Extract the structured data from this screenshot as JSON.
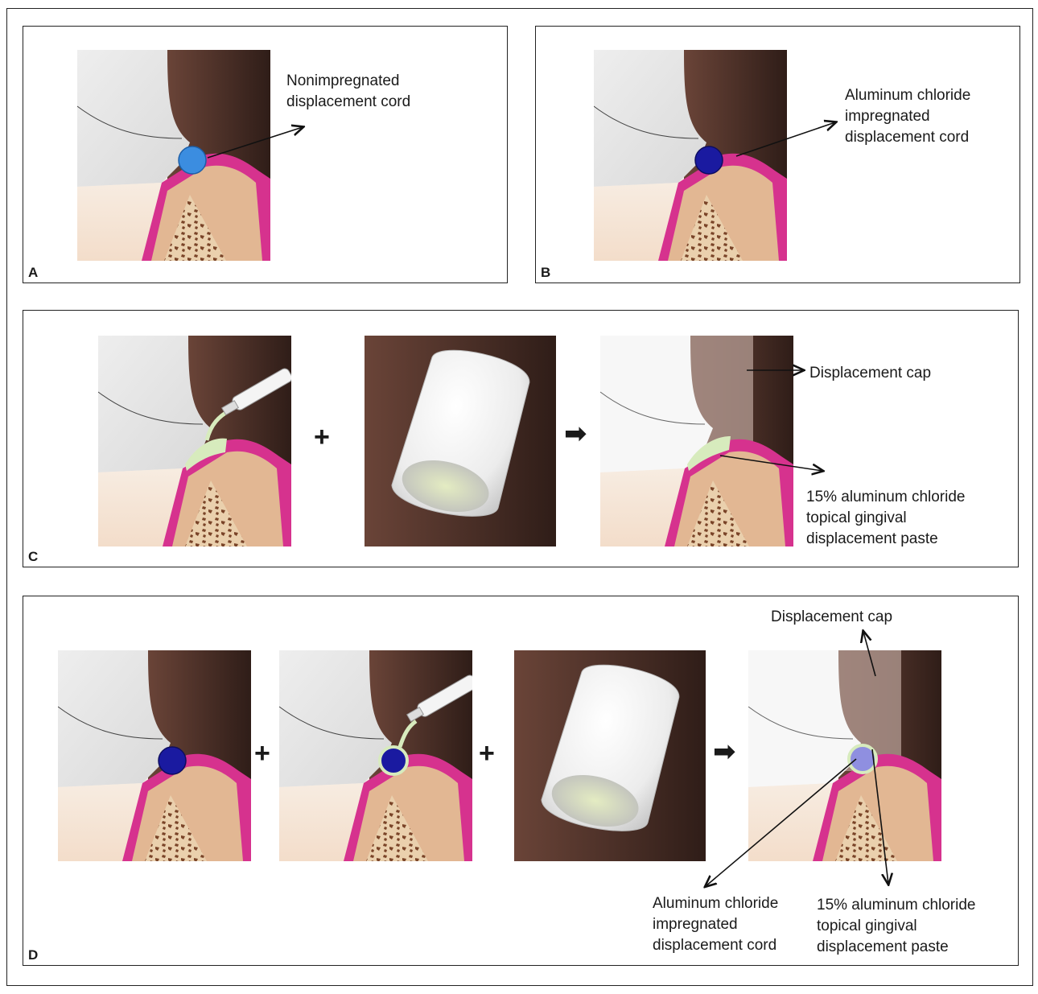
{
  "panels": {
    "a": {
      "letter": "A",
      "label": "Nonimpregnated\ndisplacement cord"
    },
    "b": {
      "letter": "B",
      "label": "Aluminum chloride\nimpregnated\ndisplacement cord"
    },
    "c": {
      "letter": "C",
      "operator1": "+",
      "cap_label": "Displacement cap",
      "paste_label": "15% aluminum chloride\ntopical gingival\ndisplacement paste"
    },
    "d": {
      "letter": "D",
      "operator1": "+",
      "operator2": "+",
      "cap_label": "Displacement cap",
      "cord_label": "Aluminum chloride\nimpregnated\ndisplacement cord",
      "paste_label": "15% aluminum chloride\ntopical gingival\ndisplacement paste"
    }
  },
  "colors": {
    "background_dark": "#4a2e26",
    "gingiva": "#d6328e",
    "bone": "#e2b793",
    "trabecular": "#7a4428",
    "tooth": "#f2efe9",
    "cord_light": "#3b8de0",
    "cord_dark": "#1a1aa0",
    "paste": "#d7ebbd"
  }
}
